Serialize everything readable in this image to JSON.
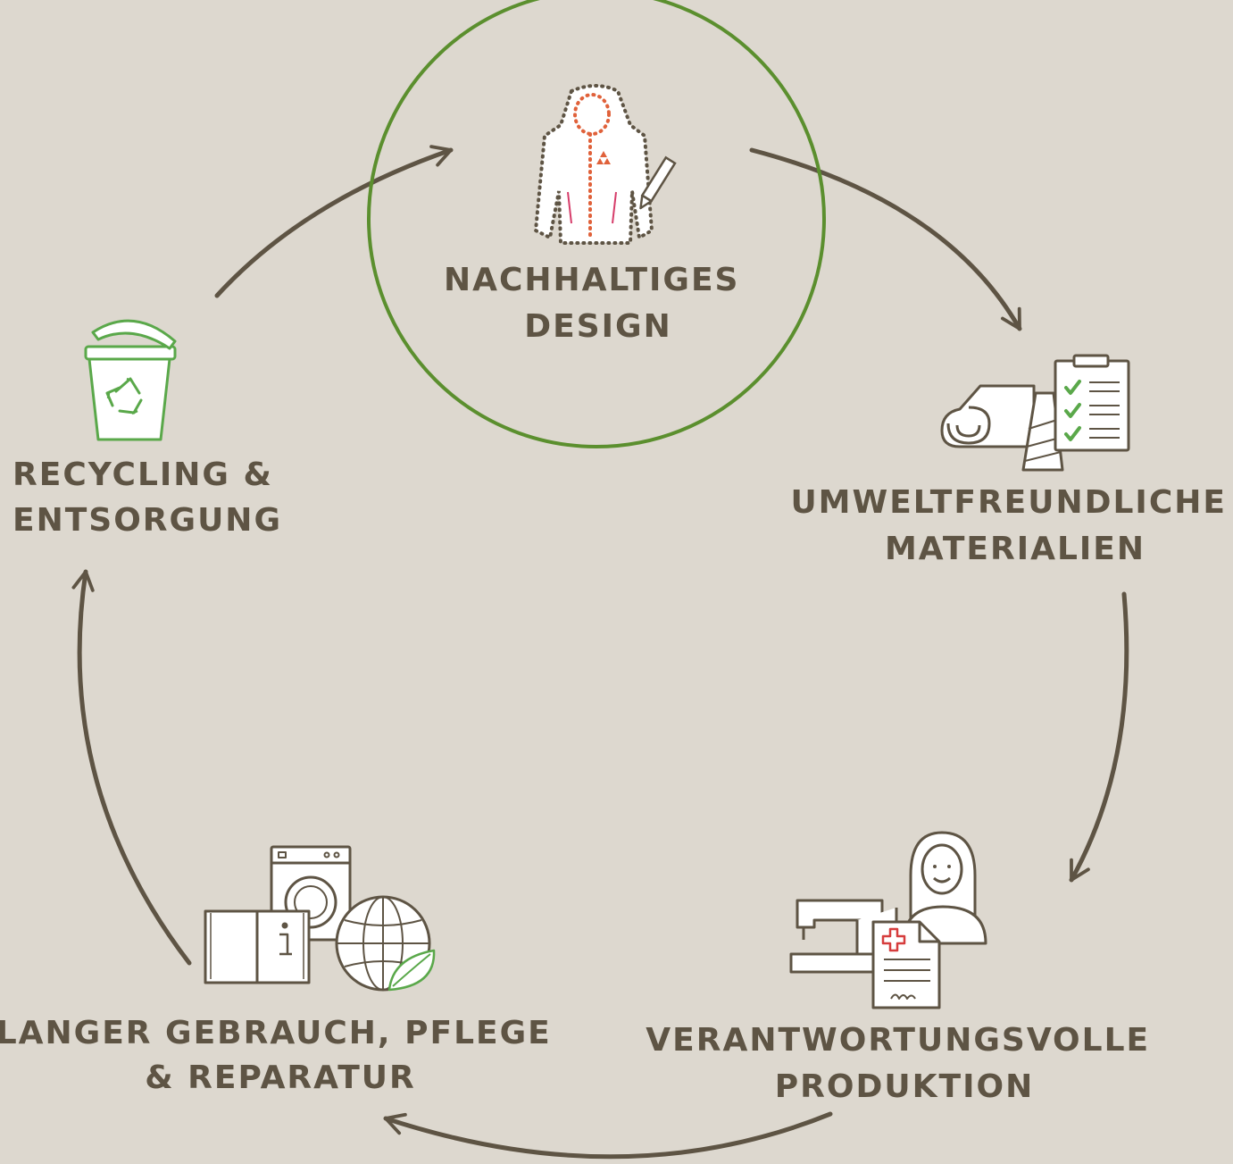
{
  "colors": {
    "background": "#ddd8cf",
    "text": "#5e5444",
    "arrow": "#5e5444",
    "highlight_ring": "#5b8f2e",
    "recycle_green": "#5aa84a",
    "jacket_orange": "#e0613a",
    "jacket_pink": "#d63d6a",
    "icon_line": "#5e5444",
    "icon_fill": "#ffffff"
  },
  "stages": [
    {
      "id": "design",
      "icon": "jacket-pen-icon",
      "highlighted": true,
      "lines": [
        "NACHHALTIGES",
        "DESIGN"
      ]
    },
    {
      "id": "materials",
      "icon": "fabric-clipboard-icon",
      "lines": [
        "UMWELTFREUNDLICHE",
        "MATERIALIEN"
      ]
    },
    {
      "id": "production",
      "icon": "sewing-worker-icon",
      "lines": [
        "VERANTWORTUNGSVOLLE",
        "PRODUKTION"
      ]
    },
    {
      "id": "use",
      "icon": "book-washer-globe-icon",
      "lines": [
        "LANGER GEBRAUCH, PFLEGE",
        "& REPARATUR"
      ]
    },
    {
      "id": "recycling",
      "icon": "recycling-bin-icon",
      "lines": [
        "RECYCLING &",
        "ENTSORGUNG"
      ]
    }
  ]
}
